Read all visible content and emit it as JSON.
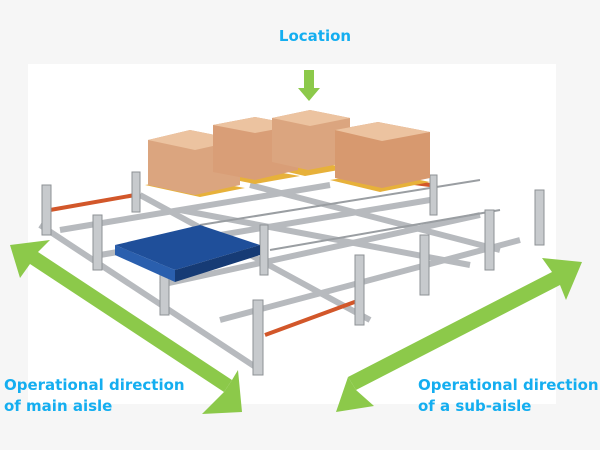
{
  "labels": {
    "location": "Location",
    "main_aisle": [
      "Operational direction",
      "of main aisle"
    ],
    "sub_aisle": [
      "Operational direction",
      "of a sub-aisle"
    ]
  },
  "colors": {
    "text": "#14aef0",
    "arrow": "#8cc94a",
    "shuttle": "#1f4f9a",
    "boxes": "#d9a07a",
    "pallet": "#e7b13a",
    "rail": "#b9bcc0",
    "accent": "#d2572a"
  }
}
